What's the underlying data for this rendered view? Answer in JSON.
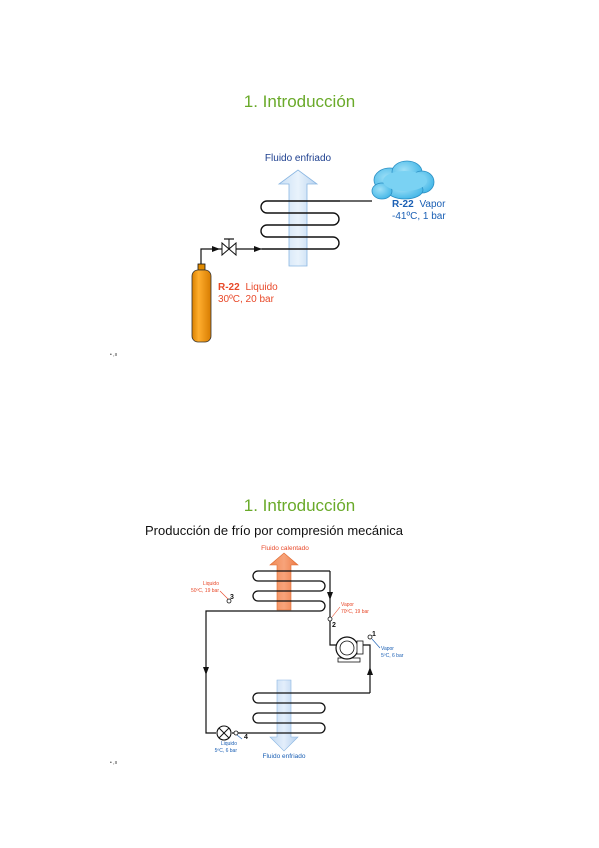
{
  "slide1": {
    "title": "1. Introducción",
    "flow_label": "Fluido enfriado",
    "vapor_name": "R-22",
    "vapor_state": "Vapor",
    "vapor_conditions": "-41ºC, 1 bar",
    "liquid_name": "R-22",
    "liquid_state": "Liquido",
    "liquid_conditions": "30ºC, 20 bar",
    "page_mark": "• ,ıı"
  },
  "slide2": {
    "title": "1. Introducción",
    "subtitle": "Producción de frío por compresión mecánica",
    "hot_label": "Fluido calentado",
    "cold_label": "Fluido enfriado",
    "point3_label": "Liquido",
    "point3_conditions": "50ºC, 19 bar",
    "point3_num": "3",
    "point2_label": "Vapor",
    "point2_conditions": "70ºC, 19 bar",
    "point2_num": "2",
    "point1_label": "Vapor",
    "point1_conditions": "5ºC, 6 bar",
    "point1_num": "1",
    "point4_label": "Liquido",
    "point4_conditions": "5ºC, 6 bar",
    "point4_num": "4",
    "page_mark": "• ,ıı"
  },
  "colors": {
    "title_green": "#6aaa2a",
    "cold_blue": "#1a5fb4",
    "hot_red": "#e8492a",
    "cylinder_orange": "#f59a0c",
    "cloud_cyan": "#5fc7ef"
  }
}
